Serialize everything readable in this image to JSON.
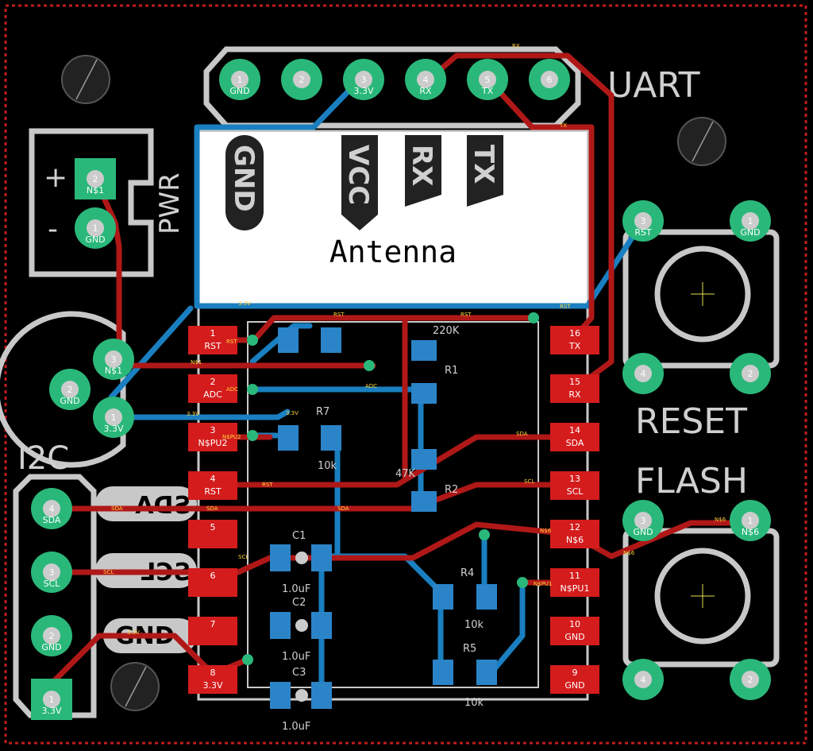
{
  "colors": {
    "background": "#000000",
    "silkscreen": "#c8c8c8",
    "top_copper": "#b01818",
    "bottom_copper": "#1a7fc0",
    "smd_pad": "#d41c1c",
    "through_hole_ring": "#2ab87a",
    "board_outline": "#c01c1c"
  },
  "labels": {
    "uart": "UART",
    "pwr": "PWR",
    "reset": "RESET",
    "flash": "FLASH",
    "i2c": "I2C",
    "antenna": "Antenna",
    "gnd_mirror": "GND",
    "vcc_mirror": "VCC",
    "rx_mirror": "RX",
    "tx_mirror": "TX",
    "sda_mirror": "SDA",
    "scl_mirror": "SCL",
    "gnd_bottom": "GND",
    "plus": "+",
    "minus": "-"
  },
  "uart_pins": [
    {
      "num": "1",
      "net": "GND"
    },
    {
      "num": "2",
      "net": ""
    },
    {
      "num": "3",
      "net": "3.3V"
    },
    {
      "num": "4",
      "net": "RX"
    },
    {
      "num": "5",
      "net": "TX"
    },
    {
      "num": "6",
      "net": ""
    }
  ],
  "pwr_pins": [
    {
      "num": "2",
      "net": "N$1"
    },
    {
      "num": "1",
      "net": "GND"
    }
  ],
  "regulator_pins": [
    {
      "num": "3",
      "net": "N$1"
    },
    {
      "num": "2",
      "net": "GND"
    },
    {
      "num": "1",
      "net": "3.3V"
    }
  ],
  "i2c_pins": [
    {
      "num": "4",
      "net": "SDA"
    },
    {
      "num": "3",
      "net": "SCL"
    },
    {
      "num": "2",
      "net": "GND"
    },
    {
      "num": "1",
      "net": "3.3V"
    }
  ],
  "esp_left": [
    {
      "num": "1",
      "name": "RST"
    },
    {
      "num": "2",
      "name": "ADC"
    },
    {
      "num": "3",
      "name": "N$PU2"
    },
    {
      "num": "4",
      "name": "RST"
    },
    {
      "num": "5",
      "name": ""
    },
    {
      "num": "6",
      "name": ""
    },
    {
      "num": "7",
      "name": ""
    },
    {
      "num": "8",
      "name": "3.3V"
    }
  ],
  "esp_right": [
    {
      "num": "16",
      "name": "TX"
    },
    {
      "num": "15",
      "name": "RX"
    },
    {
      "num": "14",
      "name": "SDA"
    },
    {
      "num": "13",
      "name": "SCL"
    },
    {
      "num": "12",
      "name": "N$6"
    },
    {
      "num": "11",
      "name": "N$PU1"
    },
    {
      "num": "10",
      "name": "GND"
    },
    {
      "num": "9",
      "name": "GND"
    }
  ],
  "reset_pins": {
    "p3": "RST",
    "p1": "GND",
    "p4": "4",
    "p2": "2",
    "n3": "3",
    "n1": "1"
  },
  "flash_pins": {
    "p3": "GND",
    "p1": "N$6",
    "p4": "4",
    "p2": "2",
    "n3": "3",
    "n1": "1"
  },
  "components": {
    "r7": "R7",
    "r7_val": "10k",
    "r1": "R1",
    "r1_val": "220K",
    "r2": "R2",
    "r2_val": "47K",
    "r4": "R4",
    "r4_val": "10k",
    "r5": "R5",
    "r5_val": "10k",
    "c1": "C1",
    "c1_val": "1.0uF",
    "c2": "C2",
    "c2_val": "1.0uF",
    "c3": "C3",
    "c3_val": "1.0uF"
  },
  "nets": {
    "rst": "RST",
    "adc": "ADC",
    "sda": "SDA",
    "scl": "SCL",
    "tx": "TX",
    "rx": "RX",
    "v33": "3.3V",
    "n1": "N$1",
    "n6": "N$6",
    "npu1": "N$PU1",
    "npu2": "N$PU2",
    "gnd": "GND"
  }
}
